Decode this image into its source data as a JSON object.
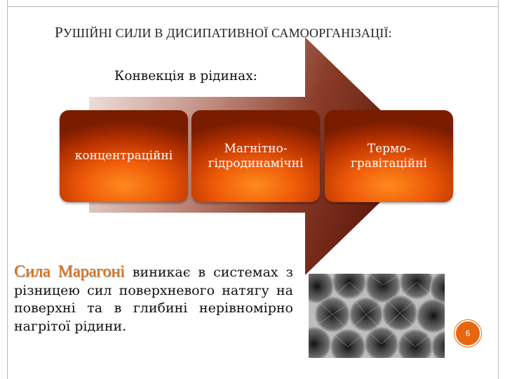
{
  "title": {
    "part1_initial": "Р",
    "part1_rest": "УШІЙНІ СИЛИ В ДИСИПАТИВНОЇ САМООРГАНІЗАЦІЇ:"
  },
  "subtitle": "Конвекція в рідинах:",
  "boxes": [
    {
      "line1": "концентраційні",
      "line2": ""
    },
    {
      "line1": "Магнітно-",
      "line2": "гідродинамічні"
    },
    {
      "line1": "Термо-",
      "line2": "гравітаційні"
    }
  ],
  "body": {
    "term": "Сила Марагоні",
    "text": " виникає в системах з різницею сил поверхневого натягу на поверхні та в глибині нерівномірно нагрітої рідини."
  },
  "page_number": "6",
  "colors": {
    "accent": "#e36c0a",
    "box_orange": "#ee5a08",
    "arrow_dark": "#6b1e0f",
    "frame": "#b9b9b9"
  },
  "icons": {
    "photo": "convection-cells-photo",
    "page_badge": "page-number-circle"
  }
}
